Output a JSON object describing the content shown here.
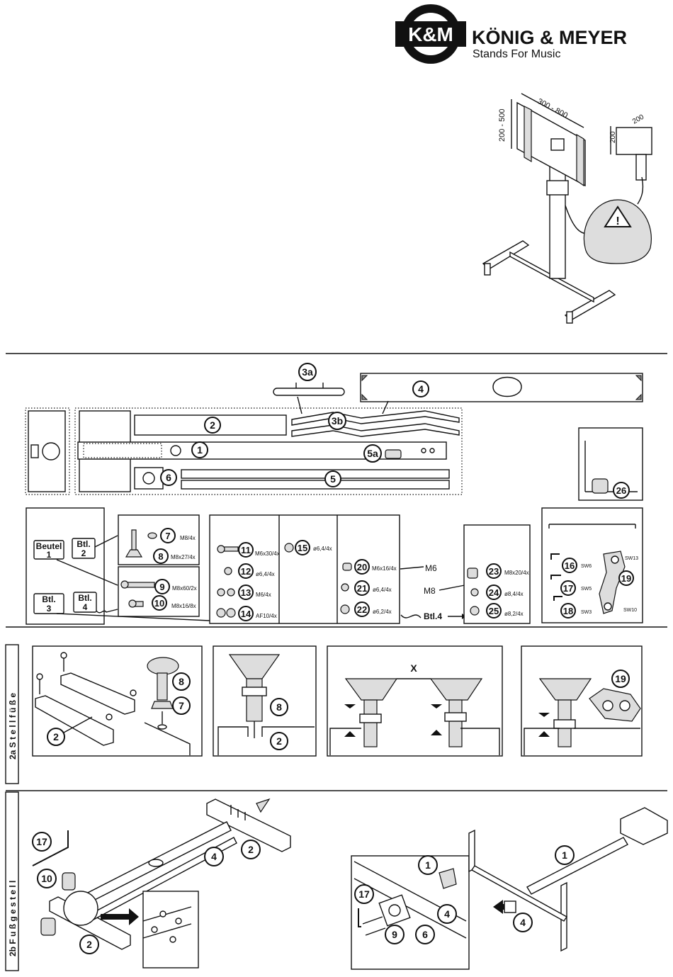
{
  "logo": {
    "mark": "K&M",
    "brand": "KÖNIG & MEYER",
    "tagline": "Stands For Music"
  },
  "overview": {
    "dim_height": "200 - 500",
    "dim_width": "300 - 800",
    "dim_small": "200",
    "dim_small2": "200"
  },
  "parts": {
    "p1": "1",
    "p2": "2",
    "p3a": "3a",
    "p3b": "3b",
    "p4": "4",
    "p5": "5",
    "p5a": "5a",
    "p6": "6",
    "p26": "26"
  },
  "bags": {
    "beutel1_a": "Beutel",
    "beutel1_b": "1",
    "btl2_a": "Btl.",
    "btl2_b": "2",
    "btl3_a": "Btl.",
    "btl3_b": "3",
    "btl4_a": "Btl.",
    "btl4_b": "4",
    "btl4_ref": "Btl.4"
  },
  "hardware": [
    {
      "n": "7",
      "spec": "M8/4x"
    },
    {
      "n": "8",
      "spec": "M8x27/4x"
    },
    {
      "n": "9",
      "spec": "M8x60/2x"
    },
    {
      "n": "10",
      "spec": "M8x16/8x"
    },
    {
      "n": "11",
      "spec": "M6x30/4x"
    },
    {
      "n": "12",
      "spec": "ø6,4/4x"
    },
    {
      "n": "13",
      "spec": "M6/4x"
    },
    {
      "n": "14",
      "spec": "AF10/4x"
    },
    {
      "n": "15",
      "spec": "ø6,4/4x"
    },
    {
      "n": "20",
      "spec": "M6x16/4x"
    },
    {
      "n": "21",
      "spec": "ø6,4/4x"
    },
    {
      "n": "22",
      "spec": "ø6,2/4x"
    },
    {
      "n": "23",
      "spec": "M8x20/4x"
    },
    {
      "n": "24",
      "spec": "ø8,4/4x"
    },
    {
      "n": "25",
      "spec": "ø8,2/4x"
    }
  ],
  "size_labels": {
    "m6": "M6",
    "m8": "M8"
  },
  "tools": [
    {
      "n": "16",
      "spec": "SW6"
    },
    {
      "n": "17",
      "spec": "SW5"
    },
    {
      "n": "18",
      "spec": "SW3"
    },
    {
      "n": "19",
      "spec": "SW13",
      "spec2": "SW10"
    }
  ],
  "step2a": {
    "label": "2a S t e l l f ü ß e",
    "c2": "2",
    "c8": "8",
    "c7": "7",
    "c8b": "8",
    "c2b": "2",
    "x": "X",
    "c19": "19"
  },
  "step2b": {
    "label": "2b F u ß g e s t e l l",
    "c17": "17",
    "c10": "10",
    "c2": "2",
    "c4": "4",
    "c2b": "2",
    "c1": "1",
    "c17b": "17",
    "c9": "9",
    "c6": "6",
    "c4b": "4",
    "c1b": "1",
    "c4c": "4"
  }
}
